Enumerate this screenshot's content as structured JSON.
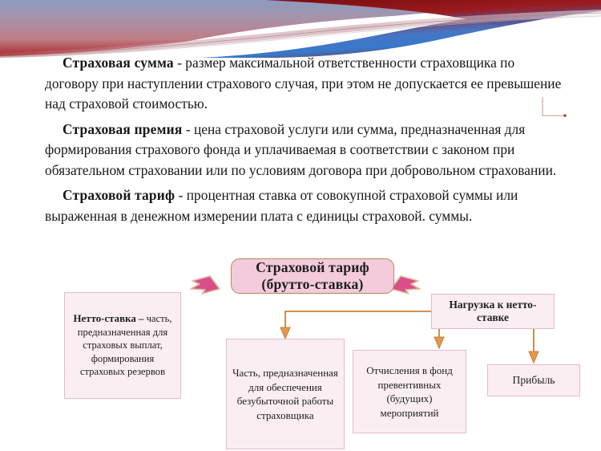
{
  "slide": {
    "paragraphs": [
      {
        "term": "Страховая сумма",
        "rest": " - размер максимальной ответственности страховщика по договору при наступлении страхового случая, при этом не допускается ее превышение над страховой стоимостью."
      },
      {
        "term": "Страховая премия",
        "rest": " - цена страховой услуги или сумма, предназначенная для формирования страхового фонда и уплачиваемая в соответствии с законом при обязательном страховании или по условиям договора при добровольном страховании."
      },
      {
        "term": "Страховой тариф",
        "rest": " - процентная ставка от совокупной страховой суммы или выраженная в денежном измерении плата с единицы страховой."
      }
    ],
    "paragraph_tail": "суммы."
  },
  "diagram": {
    "top_node": {
      "line1": "Страховой тариф",
      "line2": "(брутто-ставка)"
    },
    "netto_node": {
      "lead": "Нетто-ставка –",
      "body": "часть, предназначенная для страховых выплат, формирования страховых резервов"
    },
    "nagruzka_node": {
      "text": "Нагрузка к нетто-ставке"
    },
    "chast_node": {
      "text": "Часть, предназначенная для обеспечения безубыточной работы страховщика"
    },
    "otchisleniya_node": {
      "text": "Отчисления в фонд превентивных (будущих) мероприятий"
    },
    "pribyl_node": {
      "text": "Прибыль"
    }
  },
  "colors": {
    "node_fill": "#fbeef2",
    "node_border": "#e7b9cd",
    "top_node_fill": "#f3cbdb",
    "top_node_border": "#b5875f",
    "arrow_pink": "#d94f8a",
    "arrow_tan": "#c8823f",
    "header_red": "#8e1416",
    "header_blue": "#2f73c8"
  }
}
